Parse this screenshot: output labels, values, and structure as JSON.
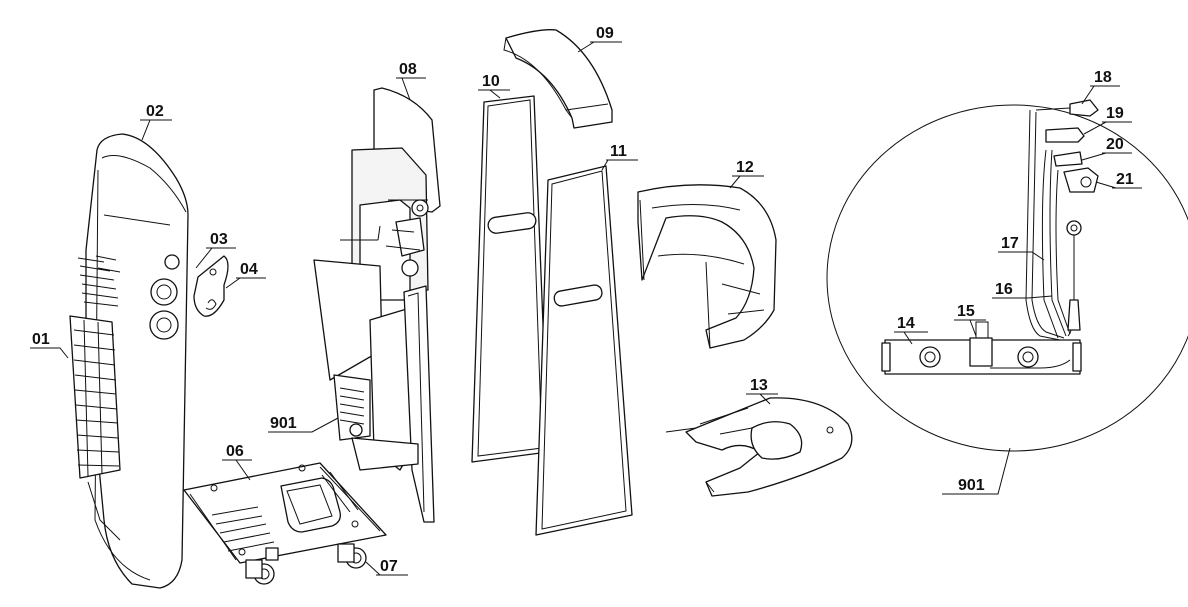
{
  "labels": {
    "p01": "01",
    "p02": "02",
    "p03": "03",
    "p04": "04",
    "p06": "06",
    "p07": "07",
    "p08": "08",
    "p09": "09",
    "p10": "10",
    "p11": "11",
    "p12": "12",
    "p13": "13",
    "p14": "14",
    "p15": "15",
    "p16": "16",
    "p17": "17",
    "p18": "18",
    "p19": "19",
    "p20": "20",
    "p21": "21",
    "p901a": "901",
    "p901b": "901"
  }
}
